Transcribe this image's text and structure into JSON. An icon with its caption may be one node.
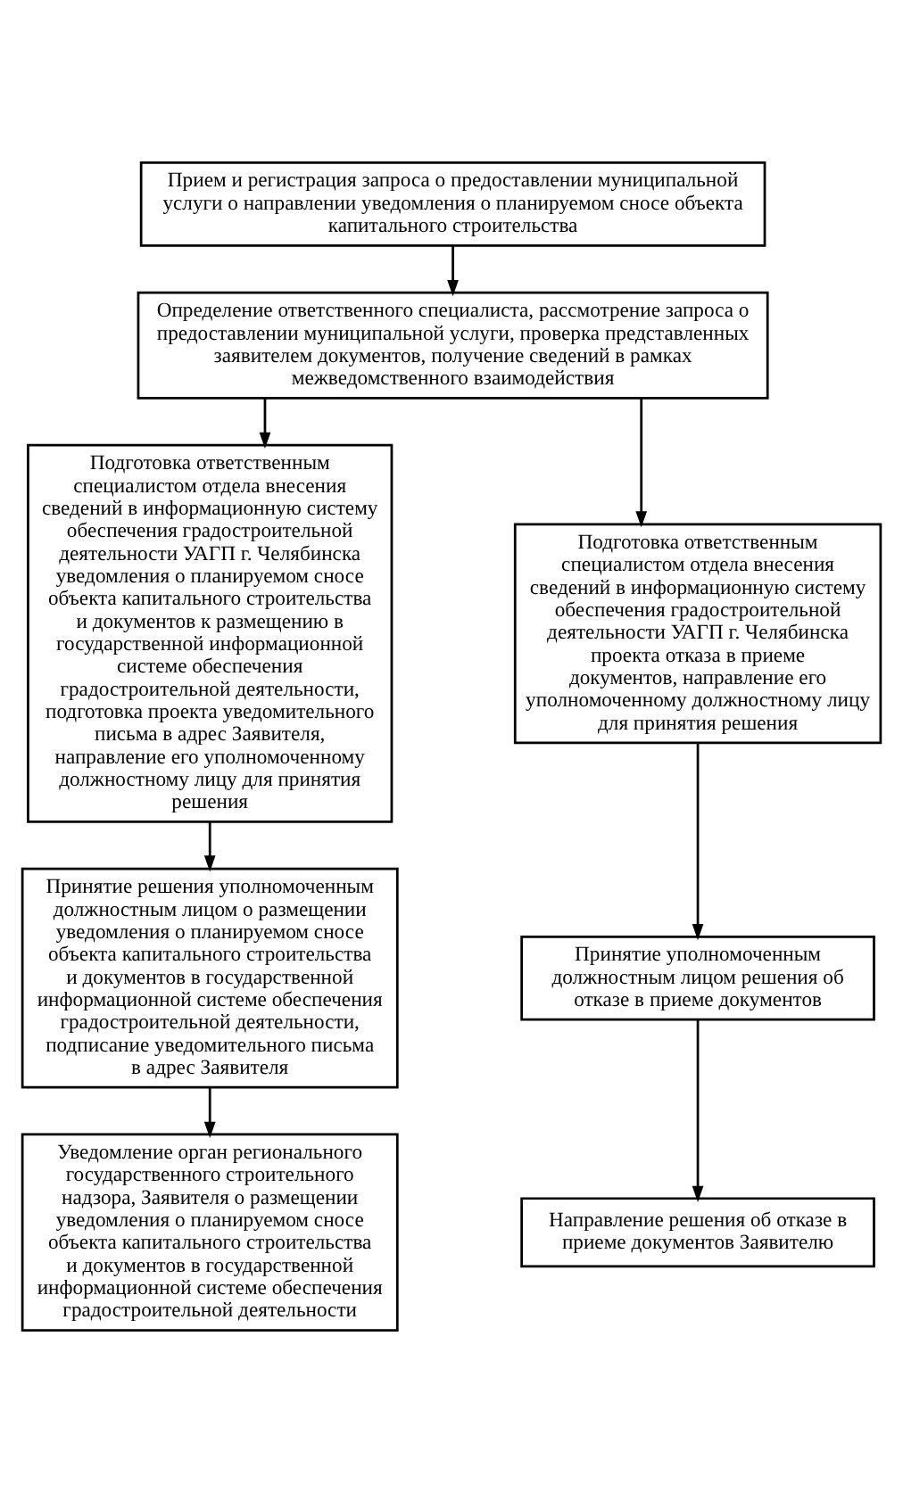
{
  "diagram": {
    "nodes": [
      {
        "text": [
          "Прием и регистрация запроса о предоставлении муниципальной услуги о направлении уведомления о планируемом сносе объекта капитального строительства"
        ]
      },
      {
        "text": [
          "Определение ответственного специалиста, рассмотрение запроса о предоставлении муниципальной услуги, проверка представленных заявителем документов, получение сведений в рамках межведомственного взаимодействия"
        ]
      },
      {
        "text": [
          "Подготовка ответственным специалистом отдела внесения сведений в информационную систему обеспечения градостроительной деятельности УАГП г. Челябинска уведомления о планируемом сносе объекта капитального строительства и документов к размещению в государственной информационной системе обеспечения градостроительной деятельности, подготовка проекта уведомительного письма в адрес Заявителя, направление его уполномоченному должностному лицу для принятия решения"
        ]
      },
      {
        "text": [
          "Подготовка ответственным специалистом отдела внесения сведений в информационную систему обеспечения градостроительной деятельности УАГП г. Челябинска проекта отказа в приеме документов, направление его уполномоченному должностному лицу для принятия решения"
        ]
      },
      {
        "text": [
          "Принятие решения уполномоченным должностным лицом о размещении уведомления о планируемом сносе объекта капитального строительства и документов в государственной информационной системе обеспечения градостроительной деятельности, подписание уведомительного письма в адрес Заявителя"
        ]
      },
      {
        "text": [
          "Принятие уполномоченным должностным лицом решения об отказе в приеме документов"
        ]
      },
      {
        "text": [
          "Уведомление орган регионального государственного строительного надзора, Заявителя о размещении уведомления о планируемом сносе объекта капитального строительства и документов в государственной информационной системе обеспечения градостроительной деятельности"
        ]
      },
      {
        "text": [
          "Направление решения об отказе в приеме документов Заявителю"
        ]
      }
    ],
    "edges": [
      {
        "from": 0,
        "to": 1,
        "arrow": "to"
      },
      {
        "from": 1,
        "to": 2,
        "arrow": "to"
      },
      {
        "from": 1,
        "to": 3,
        "arrow": "to"
      },
      {
        "from": 2,
        "to": 4,
        "arrow": "to"
      },
      {
        "from": 3,
        "to": 5,
        "arrow": "to"
      },
      {
        "from": 4,
        "to": 6,
        "arrow": "to"
      },
      {
        "from": 5,
        "to": 7,
        "arrow": "to"
      }
    ]
  }
}
